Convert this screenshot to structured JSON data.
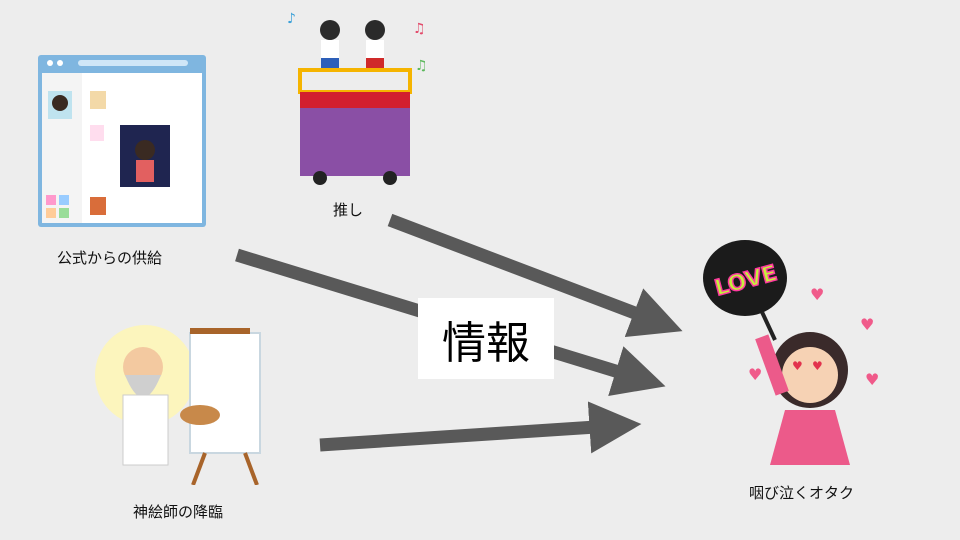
{
  "nodes": {
    "official": {
      "label": "公式からの供給"
    },
    "oshi": {
      "label": "推し"
    },
    "artist": {
      "label": "神絵師の降臨"
    },
    "otaku": {
      "label": "咽び泣くオタク",
      "uchiwa_text": "LOVE"
    }
  },
  "center_label": "情報",
  "colors": {
    "background": "#ededed",
    "arrow": "#595959",
    "label_box": "#ffffff"
  }
}
